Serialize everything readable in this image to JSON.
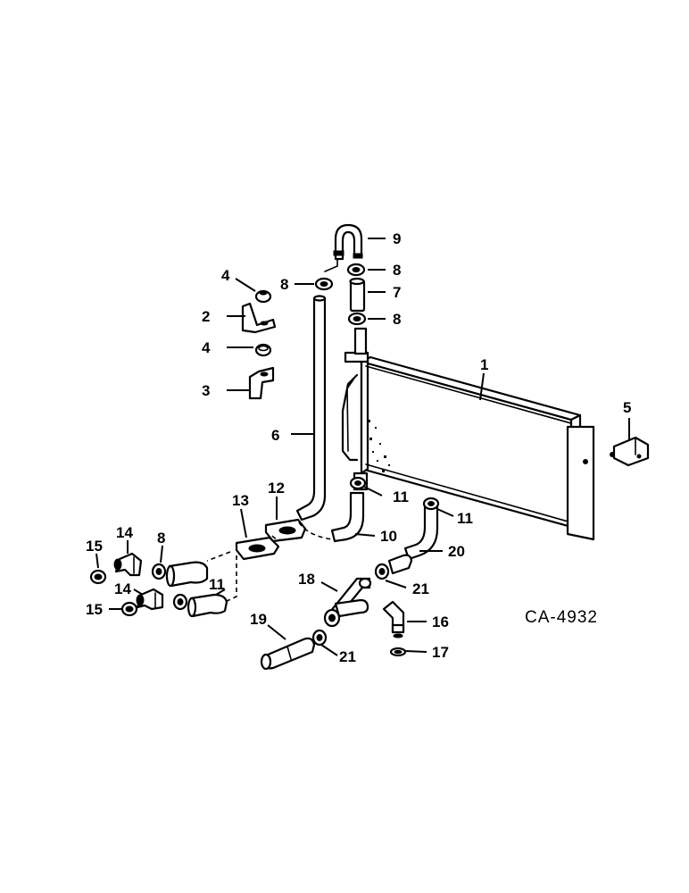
{
  "drawing_number": "CA-4932",
  "callouts": {
    "c1": "1",
    "c2": "2",
    "c3": "3",
    "c4a": "4",
    "c4b": "4",
    "c5": "5",
    "c6": "6",
    "c7": "7",
    "c8a": "8",
    "c8b": "8",
    "c8c": "8",
    "c8d": "8",
    "c9": "9",
    "c10": "10",
    "c11a": "11",
    "c11b": "11",
    "c11c": "11",
    "c12": "12",
    "c13": "13",
    "c14a": "14",
    "c14b": "14",
    "c15a": "15",
    "c15b": "15",
    "c16": "16",
    "c17": "17",
    "c18": "18",
    "c19": "19",
    "c20": "20",
    "c21a": "21",
    "c21b": "21"
  }
}
